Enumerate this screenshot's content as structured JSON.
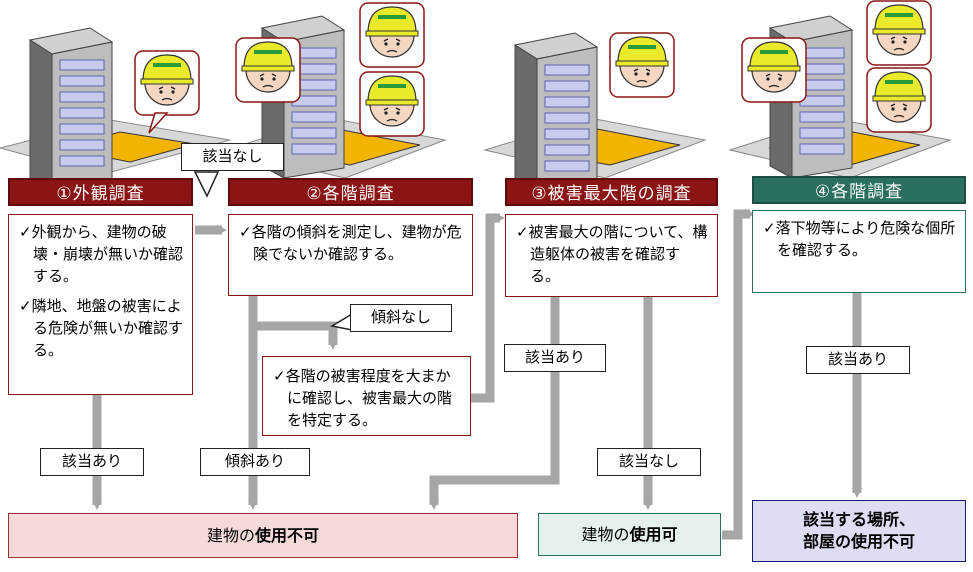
{
  "steps": [
    {
      "header": "①外観調査",
      "lines": [
        "✓外観から、建物の破壊・崩壊が無いか確認する。",
        "✓隣地、地盤の被害による危険が無いか確認する。"
      ]
    },
    {
      "header": "②各階調査",
      "lines": [
        "✓各階の傾斜を測定し、建物が危険でないか確認する。"
      ]
    },
    {
      "header": "③被害最大階の調査",
      "lines": [
        "✓被害最大の階について、構造躯体の被害を確認する。"
      ]
    },
    {
      "header": "④各階調査",
      "lines": [
        "✓落下物等により危険な個所を確認する。"
      ]
    }
  ],
  "sub_box": {
    "lines": [
      "✓各階の被害程度を大まかに確認し、被害最大の階を特定する。"
    ]
  },
  "labels": {
    "gaitou_nashi_top": "該当なし",
    "keisha_nashi": "傾斜なし",
    "gaitou_ari_1": "該当あり",
    "keisha_ari": "傾斜あり",
    "gaitou_ari_3": "該当あり",
    "gaitou_nashi_3": "該当なし",
    "gaitou_ari_4": "該当あり"
  },
  "results": {
    "unusable": {
      "prefix": "建物の",
      "bold": "使用不可"
    },
    "usable": {
      "prefix": "建物の",
      "bold": "使用可"
    },
    "partial": {
      "line1": "該当する場所、",
      "line2": "部屋の使用不可"
    }
  },
  "colors": {
    "red": "#8b1414",
    "green": "#2b6f61",
    "navy": "#1a1a7a",
    "arrow": "#a6a6a6"
  }
}
